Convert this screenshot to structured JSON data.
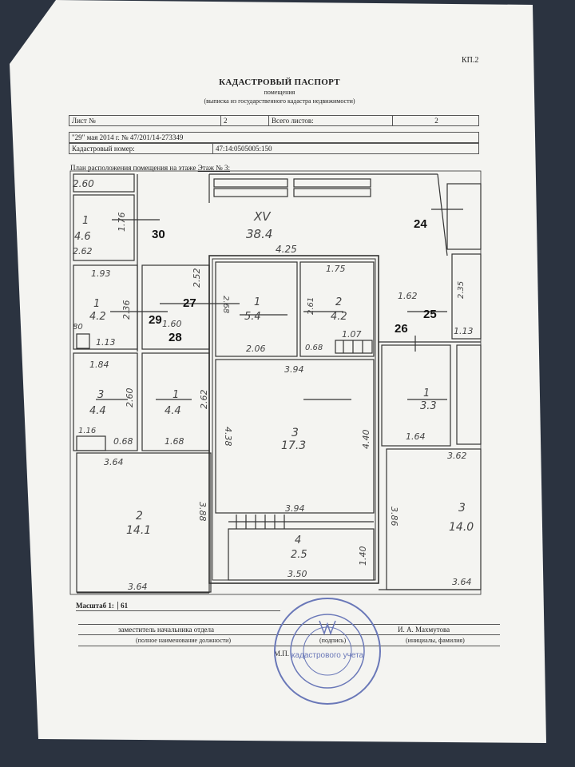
{
  "form_code": "КП.2",
  "title": "КАДАСТРОВЫЙ ПАСПОРТ",
  "subtitle": "помещения",
  "subtitle2": "(выписка из государственного кадастра недвижимости)",
  "sheet_row": {
    "sheet_label": "Лист №",
    "sheet_value": "2",
    "total_label": "Всего листов:",
    "total_value": "2"
  },
  "doc_ref": "\"29\" мая 2014 г. № 47/201/14-273349",
  "cadastral": {
    "label": "Кадастровый номер:",
    "value": "47:14:0505005:150"
  },
  "plan": {
    "caption": "План расположения помещения на этаже",
    "floor": "Этаж № 3:",
    "room_numbers": [
      "30",
      "27",
      "29",
      "28",
      "24",
      "25",
      "26"
    ],
    "labels": {
      "xv": "XV",
      "xv_area": "38.4",
      "w425": "4.25",
      "a": "1",
      "a_area": "5.4",
      "b": "2",
      "b_area": "4.2",
      "c": "3",
      "c_area": "17.3",
      "d": "4",
      "d_area": "2.5",
      "l1": "1",
      "l1_area": "4.6",
      "l2": "1",
      "l2_area": "4.2",
      "l3": "3",
      "l3_area": "4.4",
      "l4": "1",
      "l4_area": "4.4",
      "l5": "2",
      "l5_area": "14.1",
      "r1": "1",
      "r1_area": "3.3",
      "r3": "3",
      "r3_area": "14.0",
      "d260": "2.60",
      "d262": "2.62",
      "d176": "1.76",
      "d193": "1.93",
      "d236": "2.36",
      "d252": "2.52",
      "d160": "1.60",
      "d113": "1.13",
      "d184": "1.84",
      "d116": "1.16",
      "d068": "0.68",
      "d168": "1.68",
      "d364a": "3.64",
      "d388": "3.88",
      "d364b": "3.64",
      "d268": "2.68",
      "d206": "2.06",
      "d175": "1.75",
      "d261": "2.61",
      "d107": "1.07",
      "d394a": "3.94",
      "d438": "4.38",
      "d440": "4.40",
      "d394b": "3.94",
      "d140": "1.40",
      "d350": "3.50",
      "d162": "1.62",
      "d235": "2.35",
      "d113r": "1.13",
      "d164": "1.64",
      "d362": "3.62",
      "d386": "3.86",
      "d364r": "3.64",
      "d80": "80"
    }
  },
  "scale": {
    "label": "Масштаб 1:",
    "value": "61"
  },
  "signature": {
    "position": "заместитель начальника отдела",
    "name": "И. А. Махмутова",
    "position_caption": "(полное наименование должности)",
    "sign_caption": "(подпись)",
    "name_caption": "(инициалы, фамилия)",
    "mp": "М.П."
  },
  "stamp_text": "кадастрового учета",
  "colors": {
    "paper": "#f4f4f1",
    "background": "#2b3340",
    "stamp": "#6a78b8",
    "ink": "#222222"
  }
}
